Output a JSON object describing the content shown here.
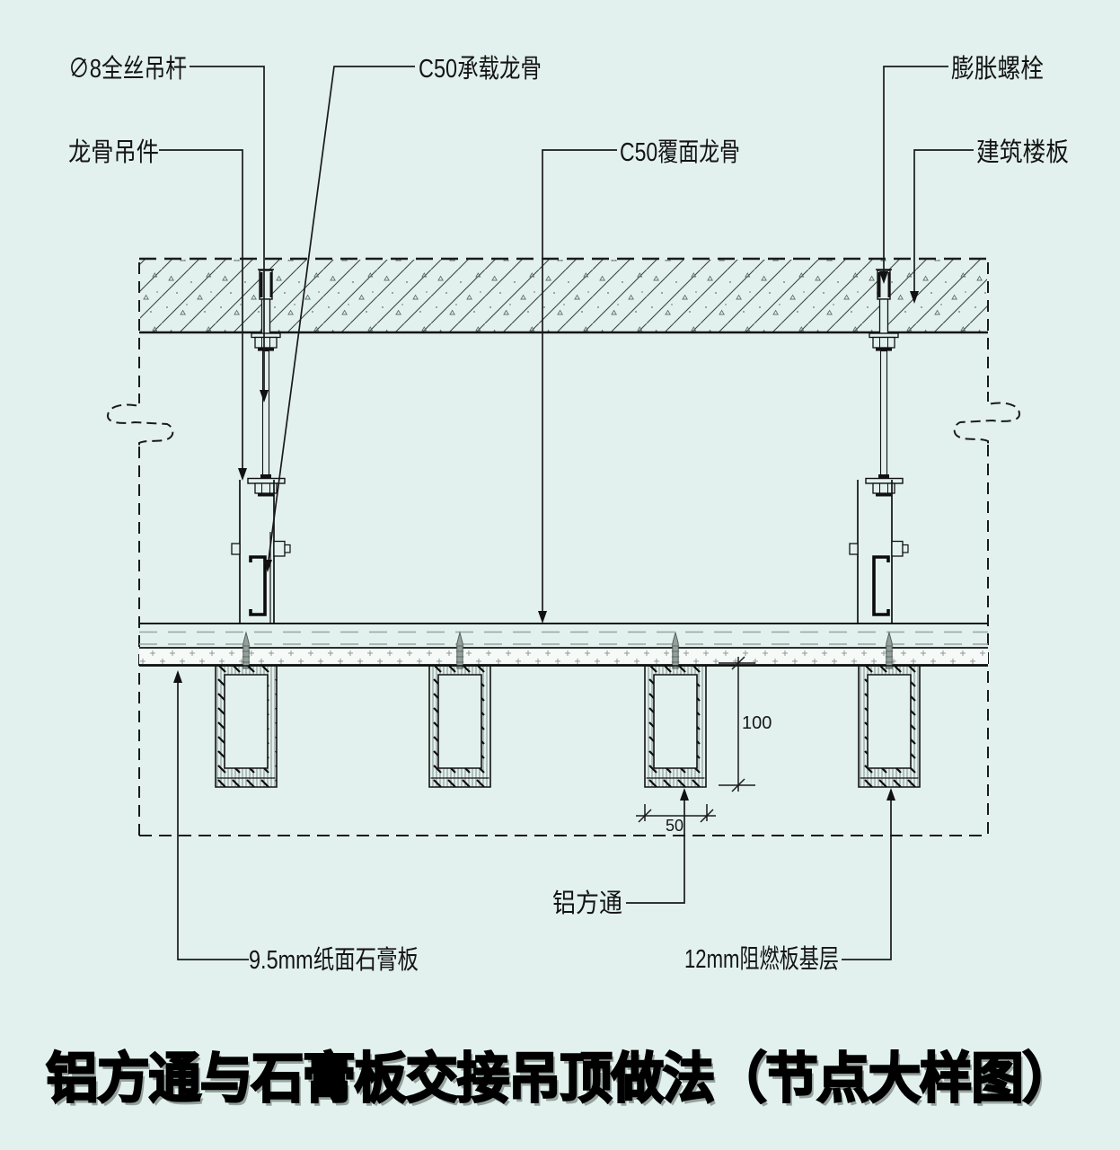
{
  "title": "铝方通与石膏板交接吊顶做法（节点大样图）",
  "labels": {
    "hanger_rod": "∅8全丝吊杆",
    "keel_hanger": "龙骨吊件",
    "carrier_keel": "C50承载龙骨",
    "cover_keel": "C50覆面龙骨",
    "expansion_bolt": "膨胀螺栓",
    "floor_slab": "建筑楼板",
    "aluminum_tube": "铝方通",
    "gypsum_board": "9.5mm纸面石膏板",
    "fire_board": "12mm阻燃板基层"
  },
  "dimensions": {
    "tube_height": "100",
    "tube_width": "50"
  },
  "colors": {
    "background": "#e2f1ed",
    "line": "#1a1a1a",
    "gray_dash": "#98a6a2",
    "stipple_bg": "#f5faf8",
    "screw": "#93a09b"
  }
}
